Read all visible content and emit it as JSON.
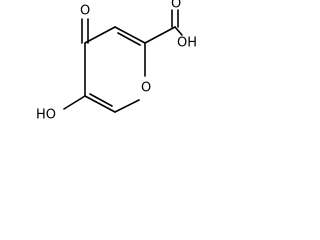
{
  "structure": {
    "atoms": {
      "ring_oxygen": "O",
      "keto_oxygen": "O",
      "hydroxyl": "HO",
      "carbonyl_oxygen": "O",
      "acid_hydroxyl": "OH"
    }
  },
  "colors": {
    "bond": "#000000",
    "label": "#000000",
    "background": "#ffffff"
  }
}
